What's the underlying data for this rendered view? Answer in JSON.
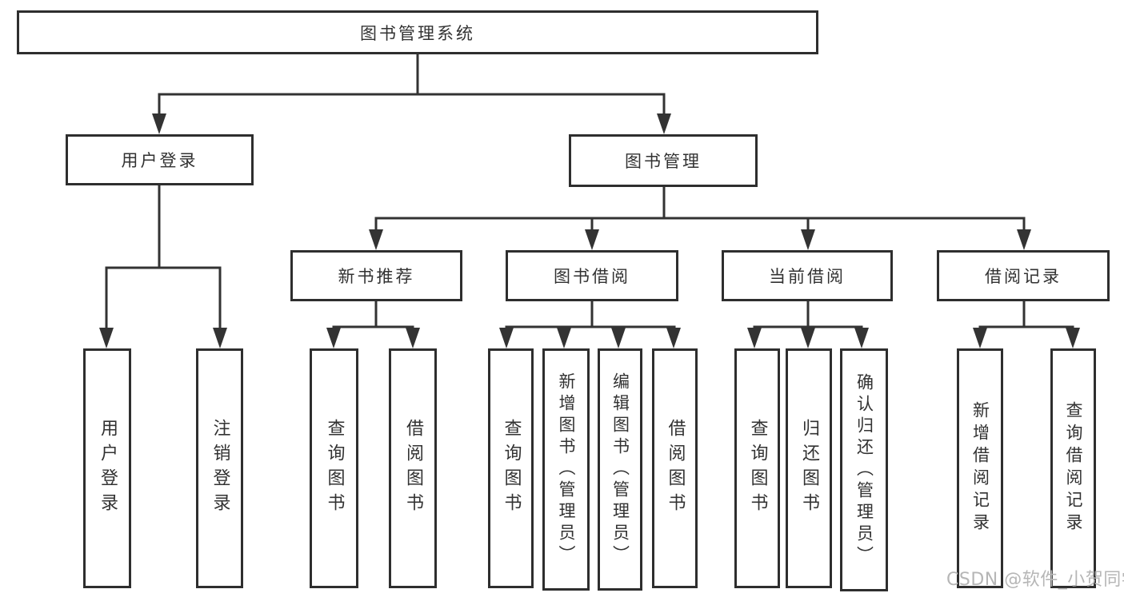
{
  "tree": {
    "root": "图书管理系统",
    "branches": [
      {
        "label": "用户登录",
        "children": [
          "用户登录",
          "注销登录"
        ]
      },
      {
        "label": "图书管理",
        "sections": [
          {
            "label": "新书推荐",
            "children": [
              "查询图书",
              "借阅图书"
            ]
          },
          {
            "label": "图书借阅",
            "children": [
              "查询图书",
              "新增图书（管理员）",
              "编辑图书（管理员）",
              "借阅图书"
            ]
          },
          {
            "label": "当前借阅",
            "children": [
              "查询图书",
              "归还图书",
              "确认归还（管理员）"
            ]
          },
          {
            "label": "借阅记录",
            "children": [
              "新增借阅记录",
              "查询借阅记录"
            ]
          }
        ]
      }
    ]
  },
  "watermark": {
    "text": "CSDN @软件_小贺同学"
  },
  "colors": {
    "line": "#333333",
    "box_border": "#2e2e2e",
    "text": "#323232",
    "watermark": "#b6b6b6",
    "background": "#ffffff"
  }
}
